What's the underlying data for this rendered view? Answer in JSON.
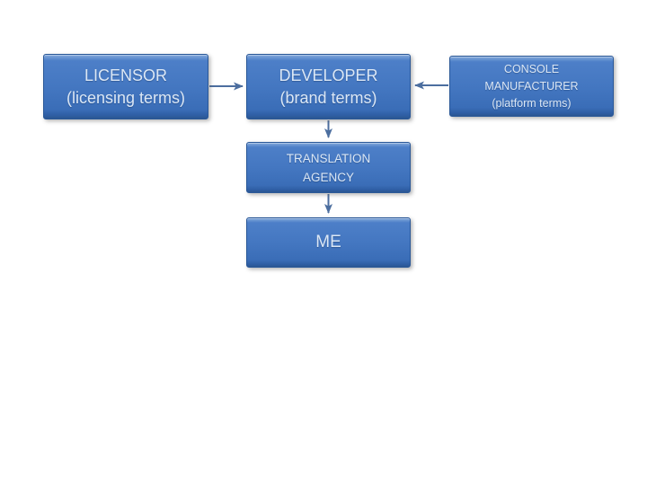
{
  "slide": {
    "background_color": "#ffffff",
    "type": "flowchart-slide"
  },
  "nodes": {
    "licensor": {
      "line1": "LICENSOR",
      "line2": "(licensing terms)"
    },
    "developer": {
      "line1": "DEVELOPER",
      "line2": "(brand terms)"
    },
    "console_manufacturer": {
      "line1": "CONSOLE",
      "line2": "MANUFACTURER",
      "line3": "(platform terms)"
    },
    "translation_agency": {
      "line1": "TRANSLATION",
      "line2": "AGENCY"
    },
    "me": {
      "line1": "ME"
    }
  },
  "edges": [
    {
      "from": "licensor",
      "to": "developer",
      "direction": "right"
    },
    {
      "from": "console_manufacturer",
      "to": "developer",
      "direction": "left"
    },
    {
      "from": "developer",
      "to": "translation_agency",
      "direction": "down"
    },
    {
      "from": "translation_agency",
      "to": "me",
      "direction": "down"
    }
  ],
  "colors": {
    "box_fill_top": "#85aadb",
    "box_fill_mid": "#4477c1",
    "box_fill_bottom": "#2b5691",
    "box_border": "#2a5898",
    "box_text": "#dbe7f5",
    "arrow": "#4c6e9f",
    "background": "#ffffff"
  }
}
